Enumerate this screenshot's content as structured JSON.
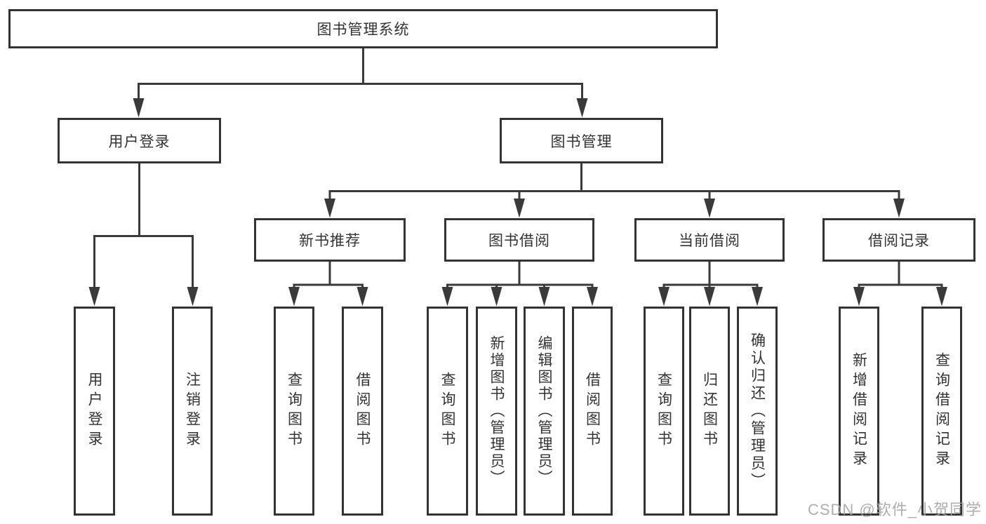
{
  "colors": {
    "line": "#3a3a3a",
    "border": "#333333",
    "text": "#333333",
    "watermark": "#a6a6a6",
    "bg": "#ffffff"
  },
  "diagram": {
    "title": "图书管理系统",
    "level2": {
      "user_login": "用户登录",
      "book_management": "图书管理"
    },
    "level3": {
      "new_book_recommend": "新书推荐",
      "book_borrow": "图书借阅",
      "current_borrow": "当前借阅",
      "borrow_records": "借阅记录"
    },
    "leaves": {
      "user_login": [
        "用户登录",
        "注销登录"
      ],
      "new_book_recommend": [
        "查询图书",
        "借阅图书"
      ],
      "book_borrow": [
        "查询图书",
        "新增图书（管理员）",
        "编辑图书（管理员）",
        "借阅图书"
      ],
      "current_borrow": [
        "查询图书",
        "归还图书",
        "确认归还（管理员）"
      ],
      "borrow_records": [
        "新增借阅记录",
        "查询借阅记录"
      ]
    }
  },
  "watermark": {
    "text": "CSDN @软件_小贺同学"
  }
}
